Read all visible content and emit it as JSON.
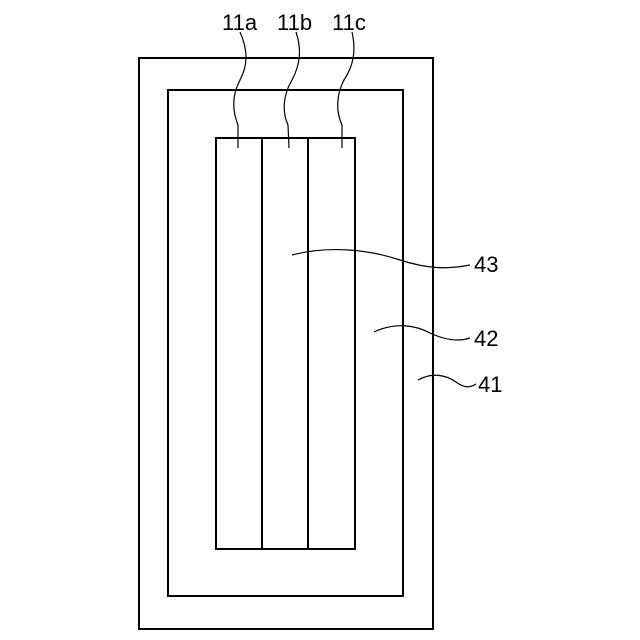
{
  "labels": {
    "strip_a": "11a",
    "strip_b": "11b",
    "strip_c": "11c",
    "inner_region": "43",
    "middle_region": "42",
    "outer_region": "41"
  },
  "colors": {
    "line": "#000000",
    "background": "#ffffff"
  }
}
